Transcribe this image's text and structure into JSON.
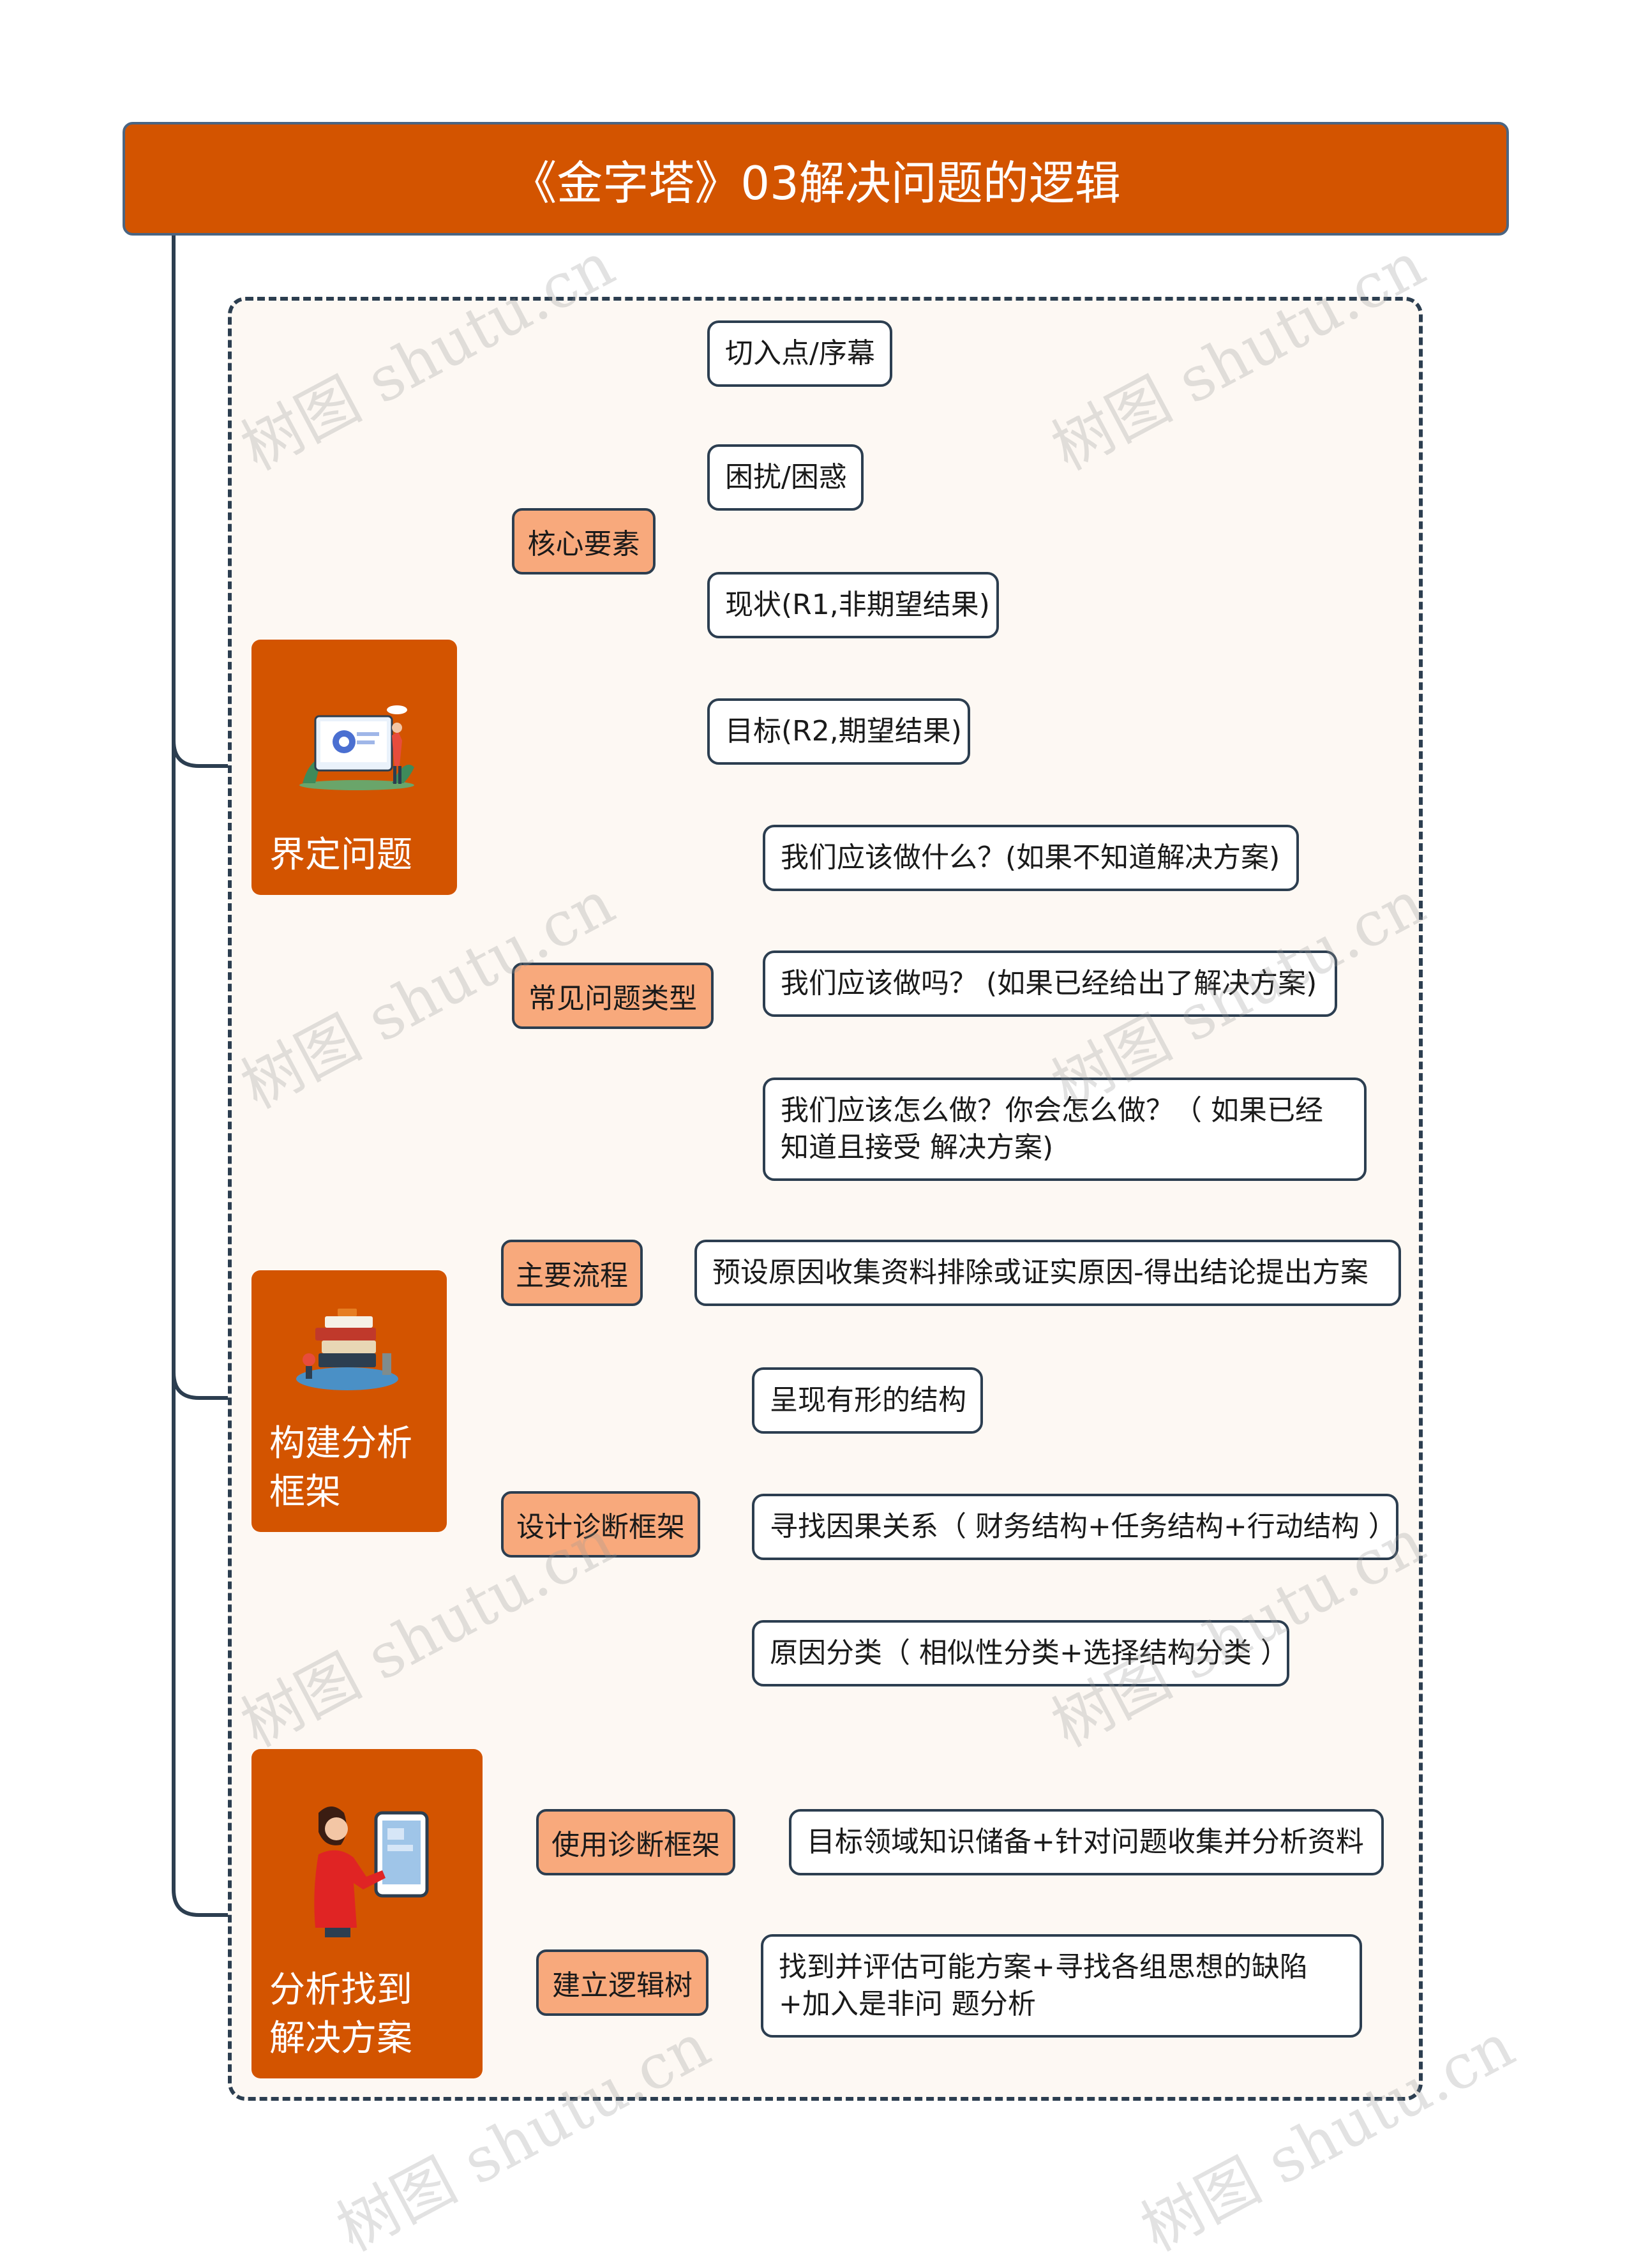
{
  "title": "《金字塔》03解决问题的逻辑",
  "watermark_text": "树图 shutu.cn",
  "colors": {
    "main": "#d35400",
    "sub": "#f8a97c",
    "line": "#2c3e50",
    "frame_bg": "#fdf8f3"
  },
  "branches": [
    {
      "label": "界定问题",
      "icon": "presentation-gear-icon",
      "children": [
        {
          "label": "核心要素",
          "leaves": [
            "切入点/序幕",
            "困扰/困惑",
            "现状(R1,非期望结果)",
            "目标(R2,期望结果)"
          ]
        },
        {
          "label": "常见问题类型",
          "leaves": [
            "我们应该做什么？(如果不知道解决方案)",
            "我们应该做吗？ (如果已经给出了解决方案)",
            "我们应该怎么做？你会怎么做？（ 如果已经知道且接受 解决方案)"
          ]
        }
      ]
    },
    {
      "label": "构建分析\n框架",
      "icon": "stacked-books-icon",
      "children": [
        {
          "label": "主要流程",
          "leaves": [
            "预设原因收集资料排除或证实原因-得出结论提出方案"
          ]
        },
        {
          "label": "设计诊断框架",
          "leaves": [
            "呈现有形的结构",
            "寻找因果关系（ 财务结构+任务结构+行动结构 ）",
            "原因分类（ 相似性分类+选择结构分类 ）"
          ]
        }
      ]
    },
    {
      "label": "分析找到\n解决方案",
      "icon": "woman-tablet-icon",
      "children": [
        {
          "label": "使用诊断框架",
          "leaves": [
            "目标领域知识储备+针对问题收集并分析资料"
          ]
        },
        {
          "label": "建立逻辑树",
          "leaves": [
            "找到并评估可能方案+寻找各组思想的缺陷+加入是非问 题分析"
          ]
        }
      ]
    }
  ]
}
